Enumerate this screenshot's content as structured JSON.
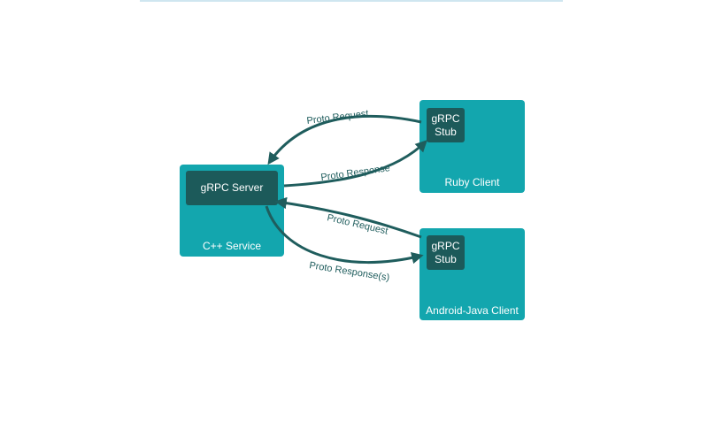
{
  "nodes": {
    "cpp_service": {
      "label": "C++ Service",
      "inner": "gRPC Server"
    },
    "ruby_client": {
      "label": "Ruby Client",
      "inner": [
        "gRPC",
        "Stub"
      ]
    },
    "android_client": {
      "label": "Android-Java Client",
      "inner": [
        "gRPC",
        "Stub"
      ]
    }
  },
  "edges": {
    "ruby_request": "Proto Request",
    "ruby_response": "Proto Response",
    "android_request": "Proto Request",
    "android_response": "Proto Response(s)"
  },
  "colors": {
    "box": "#13a6ae",
    "inner": "#1c5a5a",
    "arrow": "#1f5d5d"
  }
}
